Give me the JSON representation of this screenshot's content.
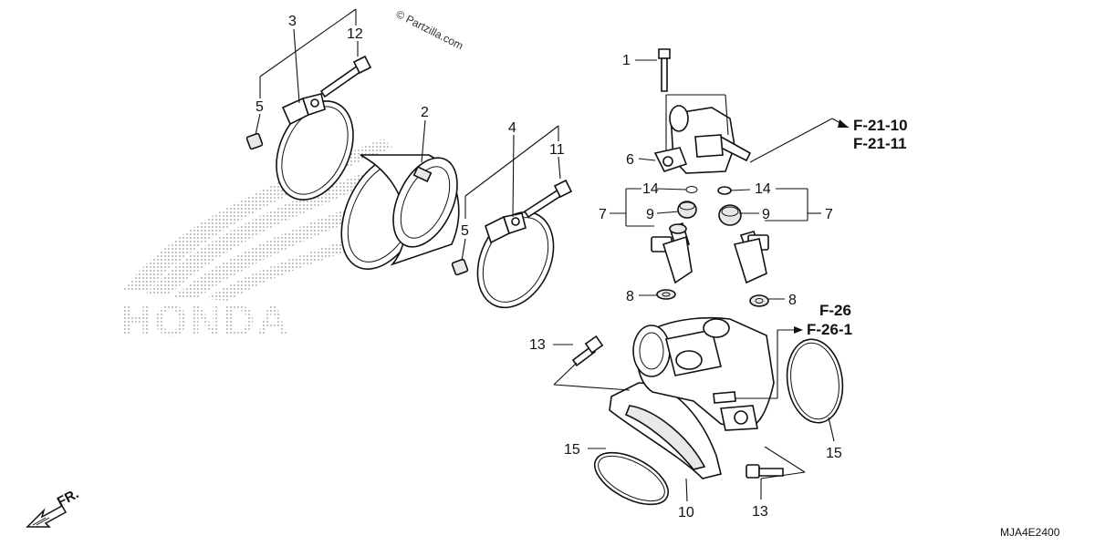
{
  "copyright": "© Partzilla.com",
  "diagram_code": "MJA4E2400",
  "front_arrow_label": "FR.",
  "watermark_text": "HONDA",
  "callouts": {
    "c1": "1",
    "c2": "2",
    "c3": "3",
    "c4": "4",
    "c5a": "5",
    "c5b": "5",
    "c6": "6",
    "c7a": "7",
    "c7b": "7",
    "c8a": "8",
    "c8b": "8",
    "c9a": "9",
    "c9b": "9",
    "c10": "10",
    "c11": "11",
    "c12": "12",
    "c13a": "13",
    "c13b": "13",
    "c14a": "14",
    "c14b": "14",
    "c15a": "15",
    "c15b": "15"
  },
  "references": {
    "f21_10": "F-21-10",
    "f21_11": "F-21-11",
    "f26": "F-26",
    "f26_1": "F-26-1"
  }
}
